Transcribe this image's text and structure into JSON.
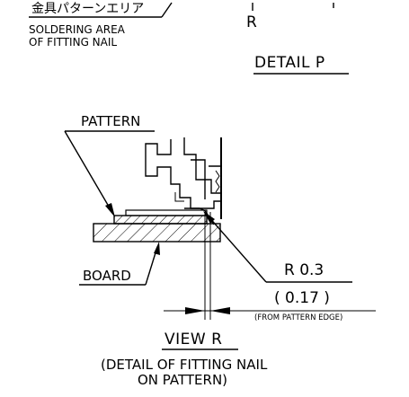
{
  "top": {
    "jp_label": "金具パターンエリア",
    "soldering_line1": "SOLDERING AREA",
    "soldering_line2": "OF FITTING NAIL",
    "r_letter": "R",
    "detail_title": "DETAIL P"
  },
  "view": {
    "pattern_label": "PATTERN",
    "board_label": "BOARD",
    "radius_label": "R 0.3",
    "dim_label": "( 0.17 )",
    "from_edge_label": "(FROM PATTERN EDGE)",
    "view_title": "VIEW R",
    "caption_line1": "(DETAIL OF FITTING NAIL",
    "caption_line2": "ON PATTERN)"
  }
}
